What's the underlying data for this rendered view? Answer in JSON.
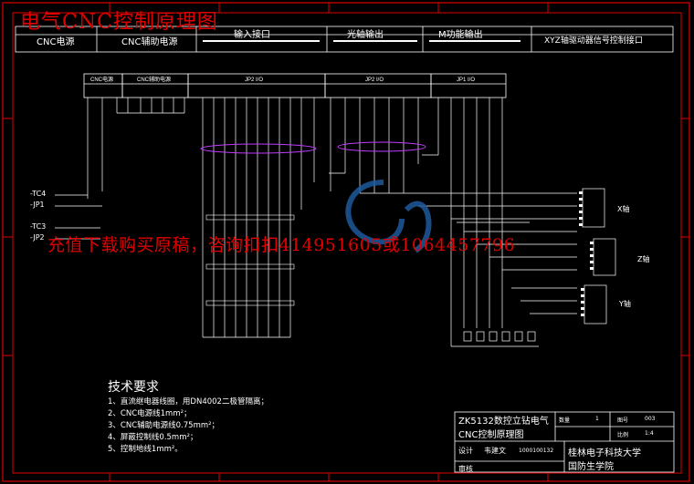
{
  "title": "电气CNC控制原理图",
  "watermark": "充值下载购买原稿，咨询扣扣414951605或1064457796",
  "header": {
    "cnc_power": "CNC电源",
    "cnc_aux_power": "CNC辅助电源",
    "input_interface": "输入接口",
    "spindle_output": "光轴输出",
    "m_output": "M功能输出",
    "xyz_interface": "XYZ轴驱动器信号控制接口"
  },
  "signal_labels": {
    "left": [
      "-TC4",
      "-JP1",
      "-TC3",
      "-JP2"
    ],
    "axes": [
      "X轴",
      "Z轴",
      "Y轴"
    ]
  },
  "tech_requirements": {
    "heading": "技术要求",
    "items": [
      "1、直流继电器线圈，用DN4002二极管隔离；",
      "2、CNC电源线1mm²；",
      "3、CNC辅助电源线0.75mm²；",
      "4、屏蔽控制线0.5mm²；",
      "5、控制地线1mm²。"
    ]
  },
  "title_block": {
    "drawing_name": "ZK5132数控立钻电气CNC控制原理图",
    "scale_label": "数量",
    "scale_value": "1",
    "sheet_label": "图号",
    "sheet_value": "003",
    "ratio_label": "比例",
    "ratio_value": "1:4",
    "designer_label": "设计",
    "designer": "韦建文",
    "student_id": "1000100132",
    "reviewer_label": "审核",
    "school": "桂林电子科技大学",
    "college": "国防生学院"
  },
  "colors": {
    "background": "#000000",
    "line": "#ffffff",
    "frame": "#e00000",
    "shield": "#c03cff",
    "watermark_text": "#e00000",
    "watermark_logo": "#1e5a9c"
  }
}
